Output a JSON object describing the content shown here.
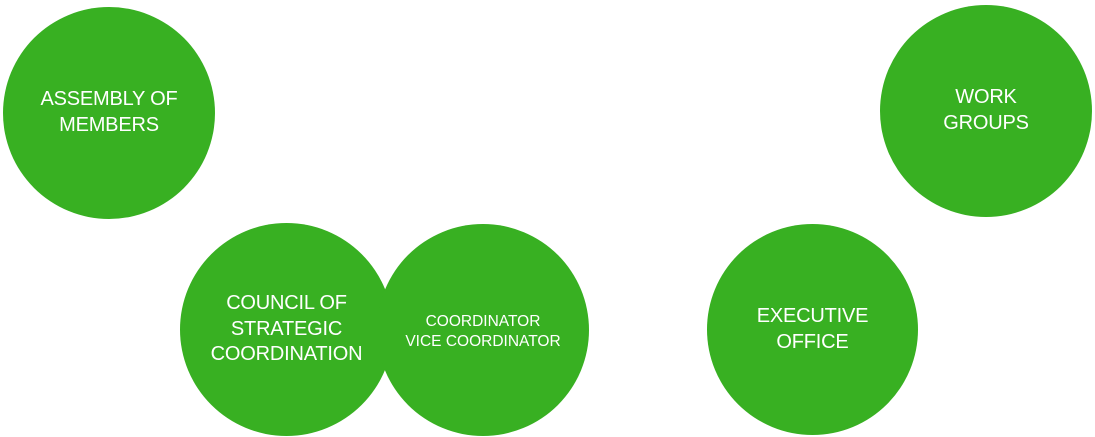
{
  "colors": {
    "node_fill": "#38b022",
    "text": "#ffffff",
    "background": "#ffffff"
  },
  "nodes": {
    "assembly": {
      "lines": [
        "ASSEMBLY OF",
        "MEMBERS"
      ]
    },
    "council": {
      "lines": [
        "COUNCIL OF",
        "STRATEGIC",
        "COORDINATION"
      ]
    },
    "coordinator": {
      "lines": [
        "COORDINATOR",
        "VICE COORDINATOR"
      ]
    },
    "work_groups": {
      "lines": [
        "WORK",
        "GROUPS"
      ]
    },
    "executive": {
      "lines": [
        "EXECUTIVE",
        "OFFICE"
      ]
    }
  }
}
